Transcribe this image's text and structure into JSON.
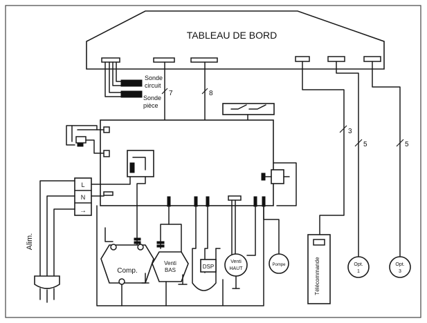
{
  "labels": {
    "dashboard": "TABLEAU DE BORD",
    "probe_circuit_1": "Sonde",
    "probe_circuit_2": "circuit",
    "probe_room_1": "Sonde",
    "probe_room_2": "pièce",
    "wire_count_7": "7",
    "wire_count_8": "8",
    "wire_count_3": "3",
    "wire_count_5a": "5",
    "wire_count_5b": "5",
    "terminal_l": "L",
    "terminal_n": "N",
    "terminal_earth": "→",
    "power_supply": "Alim.",
    "compressor": "Comp.",
    "fan_low_1": "Venti",
    "fan_low_2": "BAS",
    "fan_high_1": "Venti",
    "fan_high_2": "HAUT",
    "dsp": "DSP",
    "pump": "Pompe",
    "remote": "Télécommande",
    "option1_1": "Opt.",
    "option1_2": "1",
    "option3_1": "Opt.",
    "option3_2": "3"
  }
}
